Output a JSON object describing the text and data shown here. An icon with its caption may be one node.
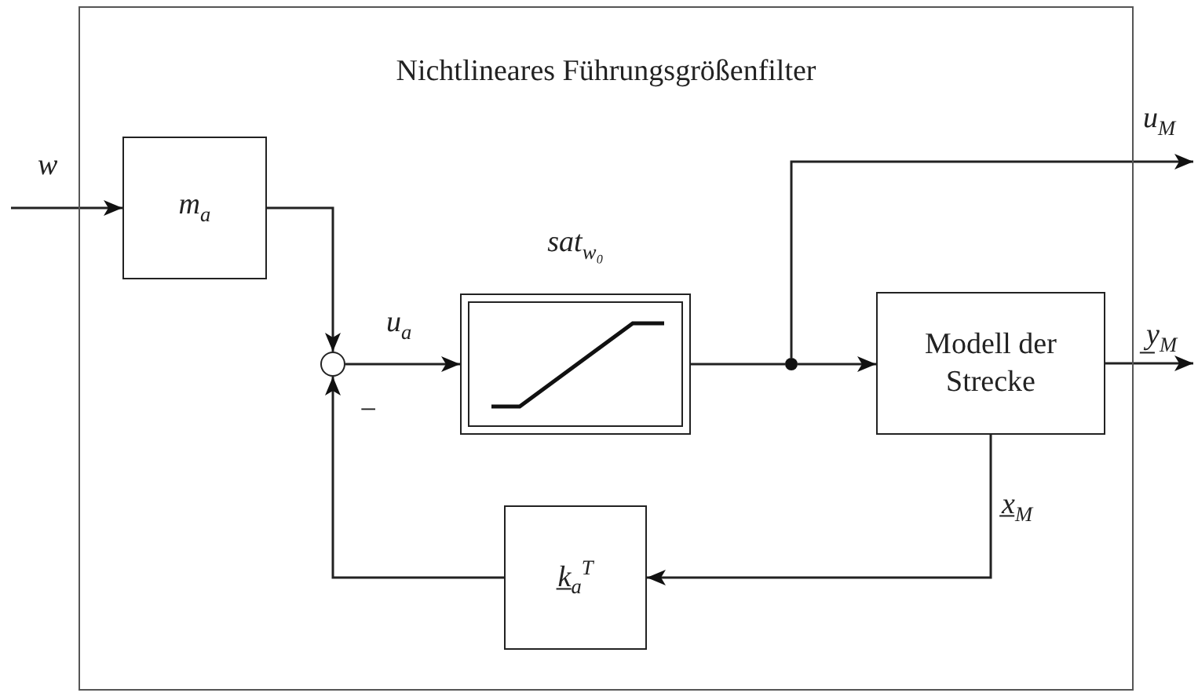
{
  "diagram": {
    "nodes": [
      {
        "text": [
          "Nichtlineares Führungsgrößenfilter"
        ]
      },
      {
        "text": [
          "m$_{a}$"
        ],
        "in": 0
      },
      {
        "text": [],
        "shape": "circle",
        "in": 0
      },
      {
        "text": [
          "sat$_{w₀}$"
        ],
        "in": 0
      },
      {
        "text": [
          "Modell der Strecke"
        ],
        "in": 0
      },
      {
        "text": [
          "k̲$_{a}$$^{T}$"
        ],
        "in": 0
      },
      {
        "text": [],
        "shape": "circle",
        "in": 0
      }
    ],
    "edges": [
      {
        "from": null,
        "to": 1,
        "arrow": "to",
        "label": "w"
      },
      {
        "from": 1,
        "to": 2,
        "arrow": "to"
      },
      {
        "from": 2,
        "to": 3,
        "arrow": "to",
        "label": "u$_{a}$"
      },
      {
        "from": 3,
        "to": 6,
        "arrow": "none"
      },
      {
        "from": 6,
        "to": 4,
        "arrow": "to"
      },
      {
        "from": 6,
        "to": null,
        "arrow": "to",
        "label": "u$_{M}$"
      },
      {
        "from": 4,
        "to": null,
        "arrow": "to",
        "label": "y̲$_{M}$"
      },
      {
        "from": 4,
        "to": 5,
        "arrow": "to",
        "label": "x̲$_{M}$"
      },
      {
        "from": 5,
        "to": 2,
        "arrow": "to",
        "label": "−"
      }
    ]
  }
}
